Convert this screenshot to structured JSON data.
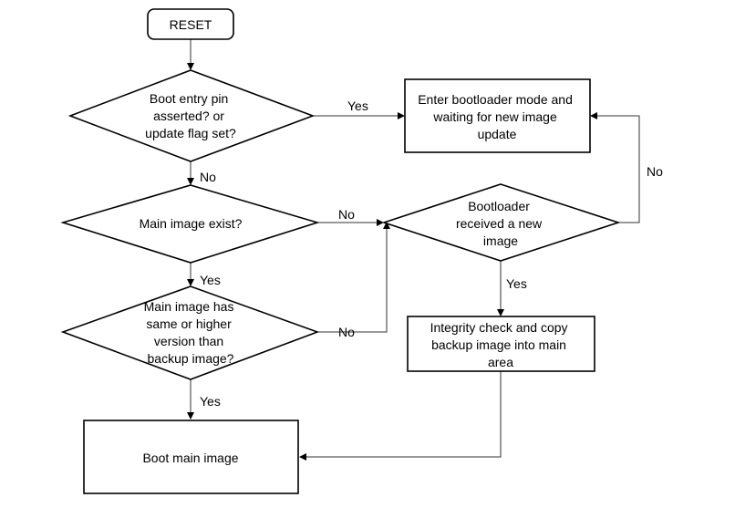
{
  "nodes": {
    "reset": "RESET",
    "boot_entry": [
      "Boot entry pin",
      "asserted? or",
      "update flag set?"
    ],
    "enter_bootloader": [
      "Enter bootloader mode and",
      "waiting for new image",
      "update"
    ],
    "main_exist": [
      "Main image exist?"
    ],
    "bootloader_received": [
      "Bootloader",
      "received a new",
      "image"
    ],
    "version_check": [
      "Main image has",
      "same or higher",
      "version than",
      "backup image?"
    ],
    "integrity_copy": [
      "Integrity check and copy",
      "backup image into main",
      "area"
    ],
    "boot_main": [
      "Boot main image"
    ]
  },
  "edge_labels": {
    "boot_entry_yes": "Yes",
    "boot_entry_no": "No",
    "main_exist_no": "No",
    "main_exist_yes": "Yes",
    "received_no": "No",
    "received_yes": "Yes",
    "version_no": "No",
    "version_yes": "Yes"
  }
}
